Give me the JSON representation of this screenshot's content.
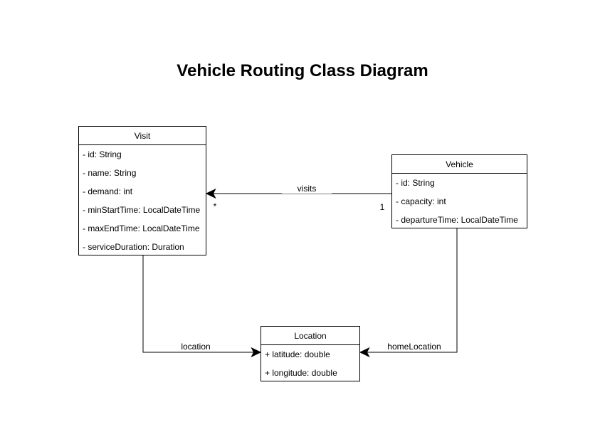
{
  "title": "Vehicle Routing Class Diagram",
  "classes": {
    "visit": {
      "name": "Visit",
      "attributes": [
        "- id: String",
        "- name: String",
        "- demand: int",
        "- minStartTime: LocalDateTime",
        "- maxEndTime: LocalDateTime",
        "- serviceDuration: Duration"
      ]
    },
    "vehicle": {
      "name": "Vehicle",
      "attributes": [
        "- id: String",
        "- capacity: int",
        "- departureTime: LocalDateTime"
      ]
    },
    "location": {
      "name": "Location",
      "attributes": [
        "+ latitude: double",
        "+ longitude: double"
      ]
    }
  },
  "edges": {
    "visits": {
      "label": "visits",
      "from": "Vehicle",
      "to": "Visit",
      "source_multiplicity": "1",
      "target_multiplicity": "*"
    },
    "location": {
      "label": "location",
      "from": "Visit",
      "to": "Location"
    },
    "home_location": {
      "label": "homeLocation",
      "from": "Vehicle",
      "to": "Location"
    }
  },
  "colors": {
    "stroke": "#000000",
    "fill": "#ffffff",
    "text": "#000000",
    "background": "#ffffff"
  }
}
